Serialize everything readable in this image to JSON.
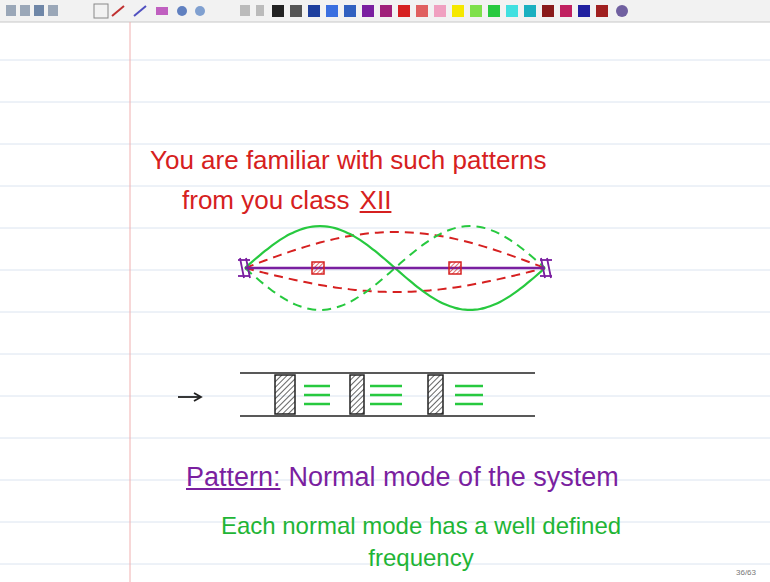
{
  "diagram": {
    "labels": [
      "You are familiar with such patterns",
      "from you class",
      "XII",
      "Pattern:",
      "Normal mode of the system",
      "Each normal mode has a well defined frequency",
      "36/63"
    ]
  }
}
